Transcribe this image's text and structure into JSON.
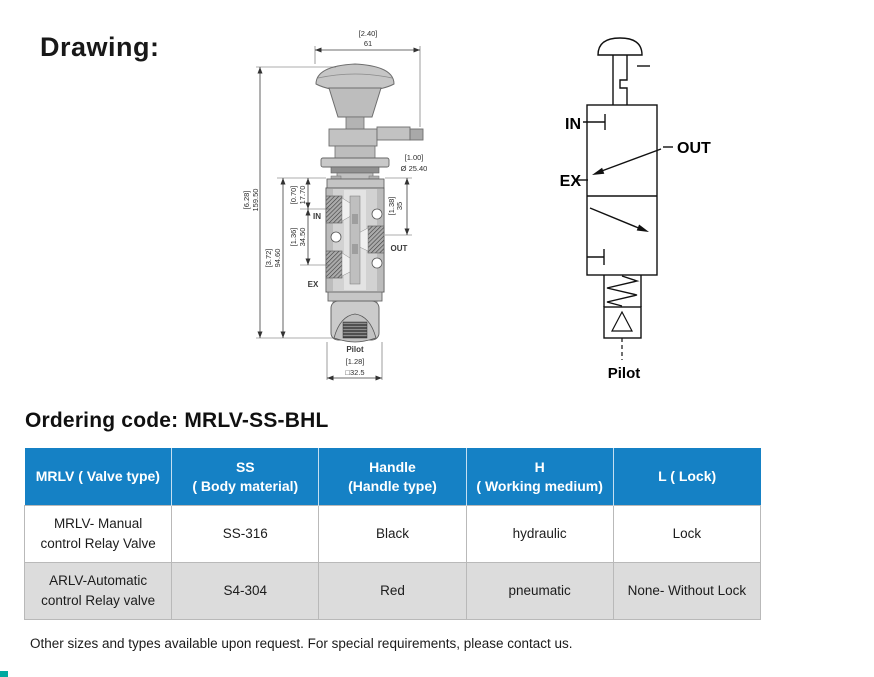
{
  "page": {
    "drawing_label": "Drawing:",
    "ordering_heading": "Ordering code: MRLV-SS-BHL",
    "footer_note": "Other sizes and types available upon request. For special requirements, please contact us."
  },
  "drawing": {
    "dimensions": {
      "top_width_in": "[2.40]",
      "top_width_mm": "61",
      "flange_dia_in": "[1.00]",
      "flange_dia_mm": "Ø 25.40",
      "total_height_in": "[6.28]",
      "total_height_mm": "159.50",
      "body_height_in": "[3.72]",
      "body_height_mm": "94.60",
      "in_port_offset_in": "[0.70]",
      "in_port_offset_mm": "17.70",
      "port_spacing_in": "[1.36]",
      "port_spacing_mm": "34.50",
      "out_port_offset_in": "[1.38]",
      "out_port_offset_mm": "35",
      "base_width_in": "[1.28]",
      "base_width_mm": "□32.5"
    },
    "port_labels": {
      "in": "IN",
      "out": "OUT",
      "ex": "EX",
      "pilot": "Pilot"
    }
  },
  "schematic": {
    "labels": {
      "in": "IN",
      "out": "OUT",
      "ex": "EX",
      "pilot": "Pilot"
    }
  },
  "table": {
    "header_bg": "#1581c5",
    "row_alt_bg": "#dcdcdc",
    "columns": [
      {
        "line1": "MRLV ( Valve type)",
        "line2": ""
      },
      {
        "line1": "SS",
        "line2": "( Body material)"
      },
      {
        "line1": "Handle",
        "line2": "(Handle type)"
      },
      {
        "line1": "H",
        "line2": "( Working medium)"
      },
      {
        "line1": "L ( Lock)",
        "line2": ""
      }
    ],
    "rows": [
      {
        "valve_type_line1": "MRLV- Manual",
        "valve_type_line2": "control  Relay Valve",
        "body_material": "SS-316",
        "handle": "Black",
        "medium": "hydraulic",
        "lock": "Lock"
      },
      {
        "valve_type_line1": "ARLV-Automatic",
        "valve_type_line2": "control Relay valve",
        "body_material": "S4-304",
        "handle": "Red",
        "medium": "pneumatic",
        "lock": "None- Without Lock"
      }
    ]
  }
}
